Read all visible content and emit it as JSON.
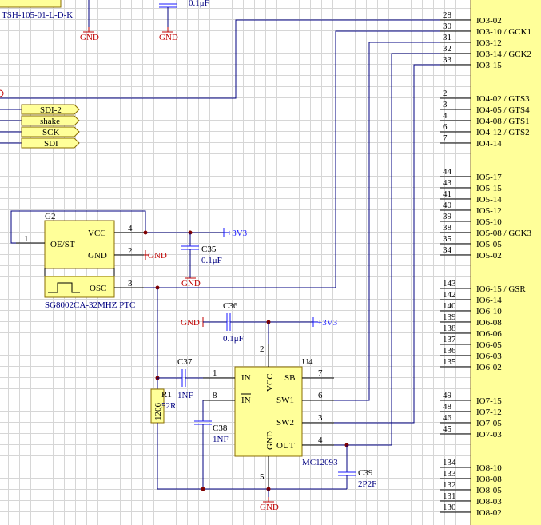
{
  "fpga": {
    "pins": [
      {
        "num": "28",
        "name": "IO3-02"
      },
      {
        "num": "30",
        "name": "IO3-10 / GCK1"
      },
      {
        "num": "31",
        "name": "IO3-12"
      },
      {
        "num": "32",
        "name": "IO3-14 / GCK2"
      },
      {
        "num": "33",
        "name": "IO3-15"
      },
      {
        "num": "2",
        "name": "IO4-02 / GTS3"
      },
      {
        "num": "3",
        "name": "IO4-05 / GTS4"
      },
      {
        "num": "4",
        "name": "IO4-08 / GTS1"
      },
      {
        "num": "6",
        "name": "IO4-12 / GTS2"
      },
      {
        "num": "7",
        "name": "IO4-14"
      },
      {
        "num": "44",
        "name": "IO5-17"
      },
      {
        "num": "43",
        "name": "IO5-15"
      },
      {
        "num": "41",
        "name": "IO5-14"
      },
      {
        "num": "40",
        "name": "IO5-12"
      },
      {
        "num": "39",
        "name": "IO5-10"
      },
      {
        "num": "38",
        "name": "IO5-08 / GCK3"
      },
      {
        "num": "35",
        "name": "IO5-05"
      },
      {
        "num": "34",
        "name": "IO5-02"
      },
      {
        "num": "143",
        "name": "IO6-15 / GSR"
      },
      {
        "num": "142",
        "name": "IO6-14"
      },
      {
        "num": "140",
        "name": "IO6-10"
      },
      {
        "num": "139",
        "name": "IO6-08"
      },
      {
        "num": "138",
        "name": "IO6-06"
      },
      {
        "num": "137",
        "name": "IO6-05"
      },
      {
        "num": "136",
        "name": "IO6-03"
      },
      {
        "num": "135",
        "name": "IO6-02"
      },
      {
        "num": "49",
        "name": "IO7-15"
      },
      {
        "num": "48",
        "name": "IO7-12"
      },
      {
        "num": "46",
        "name": "IO7-05"
      },
      {
        "num": "45",
        "name": "IO7-03"
      },
      {
        "num": "134",
        "name": "IO8-10"
      },
      {
        "num": "133",
        "name": "IO8-08"
      },
      {
        "num": "132",
        "name": "IO8-05"
      },
      {
        "num": "131",
        "name": "IO8-03"
      },
      {
        "num": "130",
        "name": "IO8-02"
      }
    ]
  },
  "connector_label": "TSH-105-01-L-D-K",
  "top_cap_value": "0.1μF",
  "gnd": "GND",
  "vcc_net": "+3V3",
  "net_labels": [
    "SDI-2",
    "shake",
    "SCK",
    "SDI"
  ],
  "oscillator": {
    "ref": "G2",
    "part": "SG8002CA-32MHZ PTC",
    "pins": {
      "oe": "OE/ST",
      "vcc": "VCC",
      "gnd": "GND",
      "osc": "OSC"
    },
    "pin_nums": {
      "oe": "1",
      "vcc": "4",
      "gnd": "2",
      "osc": "3"
    }
  },
  "c35": {
    "ref": "C35",
    "value": "0.1μF"
  },
  "c36": {
    "ref": "C36",
    "value": "0.1μF"
  },
  "c37": {
    "ref": "C37",
    "value": "1NF"
  },
  "c38": {
    "ref": "C38",
    "value": "1NF"
  },
  "c39": {
    "ref": "C39",
    "value": "2P2F"
  },
  "r1": {
    "ref": "R1",
    "value": "52R",
    "package": "1206"
  },
  "u4": {
    "ref": "U4",
    "part": "MC12093",
    "pins": {
      "in": "IN",
      "inb": "IN",
      "vcc": "VCC",
      "sb": "SB",
      "sw1": "SW1",
      "sw2": "SW2",
      "gnd": "GND",
      "out": "OUT"
    },
    "pin_nums": {
      "in": "1",
      "inb": "8",
      "vcc": "2",
      "sb": "7",
      "sw1": "6",
      "sw2": "3",
      "gnd": "5",
      "out": "4"
    }
  }
}
